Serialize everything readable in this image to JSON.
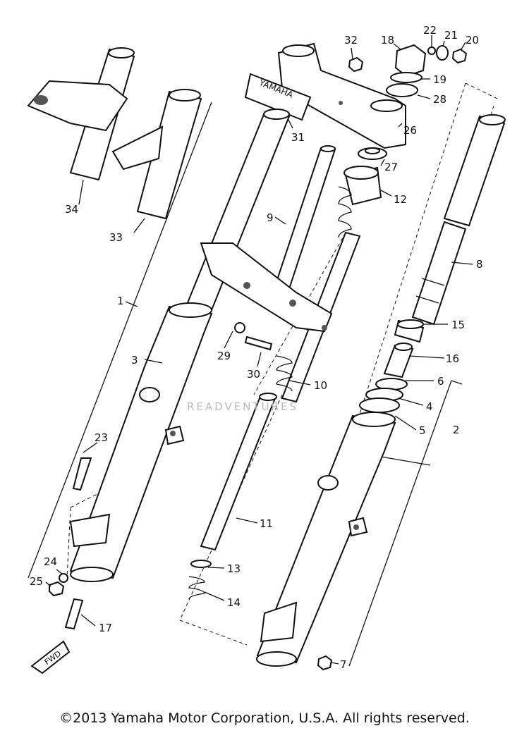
{
  "diagram": {
    "logo_text": "YAMAHA",
    "fwd_text": "FWD",
    "watermark": "READVENTURES",
    "part_numbers": [
      "32",
      "18",
      "22",
      "21",
      "20",
      "19",
      "28",
      "26",
      "31",
      "27",
      "12",
      "34",
      "33",
      "9",
      "8",
      "1",
      "15",
      "16",
      "29",
      "30",
      "10",
      "3",
      "6",
      "4",
      "5",
      "2",
      "23",
      "11",
      "13",
      "14",
      "24",
      "25",
      "17",
      "7"
    ]
  },
  "footer": {
    "copyright": "©2013 Yamaha Motor Corporation, U.S.A. All rights reserved."
  }
}
